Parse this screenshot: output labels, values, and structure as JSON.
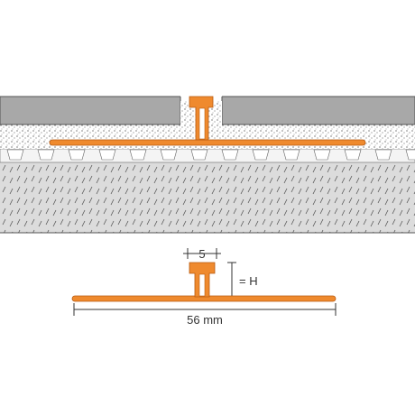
{
  "colors": {
    "profile_orange": "#ef8a2e",
    "profile_outline": "#b85a10",
    "tile_gray": "#a8a8a8",
    "tile_outline": "#555555",
    "adhesive_bg": "#ffffff",
    "concrete_bg": "#dcdcdc",
    "line_dark": "#333333"
  },
  "section_view": {
    "layers": [
      "tile-left",
      "tile-right",
      "adhesive-bed",
      "uncoupling-membrane",
      "concrete-substrate"
    ]
  },
  "detail_view": {
    "width_label": "5",
    "height_label": "= H",
    "length_label": "56 mm"
  }
}
